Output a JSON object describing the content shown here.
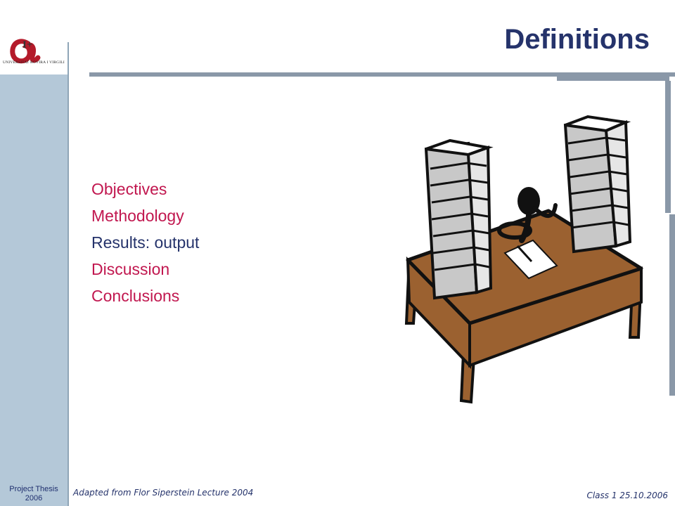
{
  "slide": {
    "title": "Definitions",
    "bullets": [
      {
        "text": "Objectives",
        "color": "#c1174f"
      },
      {
        "text": "Methodology",
        "color": "#c1174f"
      },
      {
        "text": "Results: output",
        "color": "#25336b"
      },
      {
        "text": "Discussion",
        "color": "#c1174f"
      },
      {
        "text": "Conclusions",
        "color": "#c1174f"
      }
    ]
  },
  "logo": {
    "caption": "UNIVERSITAT ROVIRA I VIRGILI",
    "icon": "university-logo-icon"
  },
  "illustration": {
    "icon": "desk-paper-stacks-icon"
  },
  "footer": {
    "course": "Project Thesis",
    "year": "2006",
    "credit": "Adapted from Flor Siperstein Lecture 2004",
    "class_info": "Class 1 25.10.2006"
  },
  "colors": {
    "title": "#25336b",
    "accent": "#c1174f",
    "sidebar": "#b4c8d8",
    "frame": "#8a98a8",
    "desk": "#9b6130"
  }
}
